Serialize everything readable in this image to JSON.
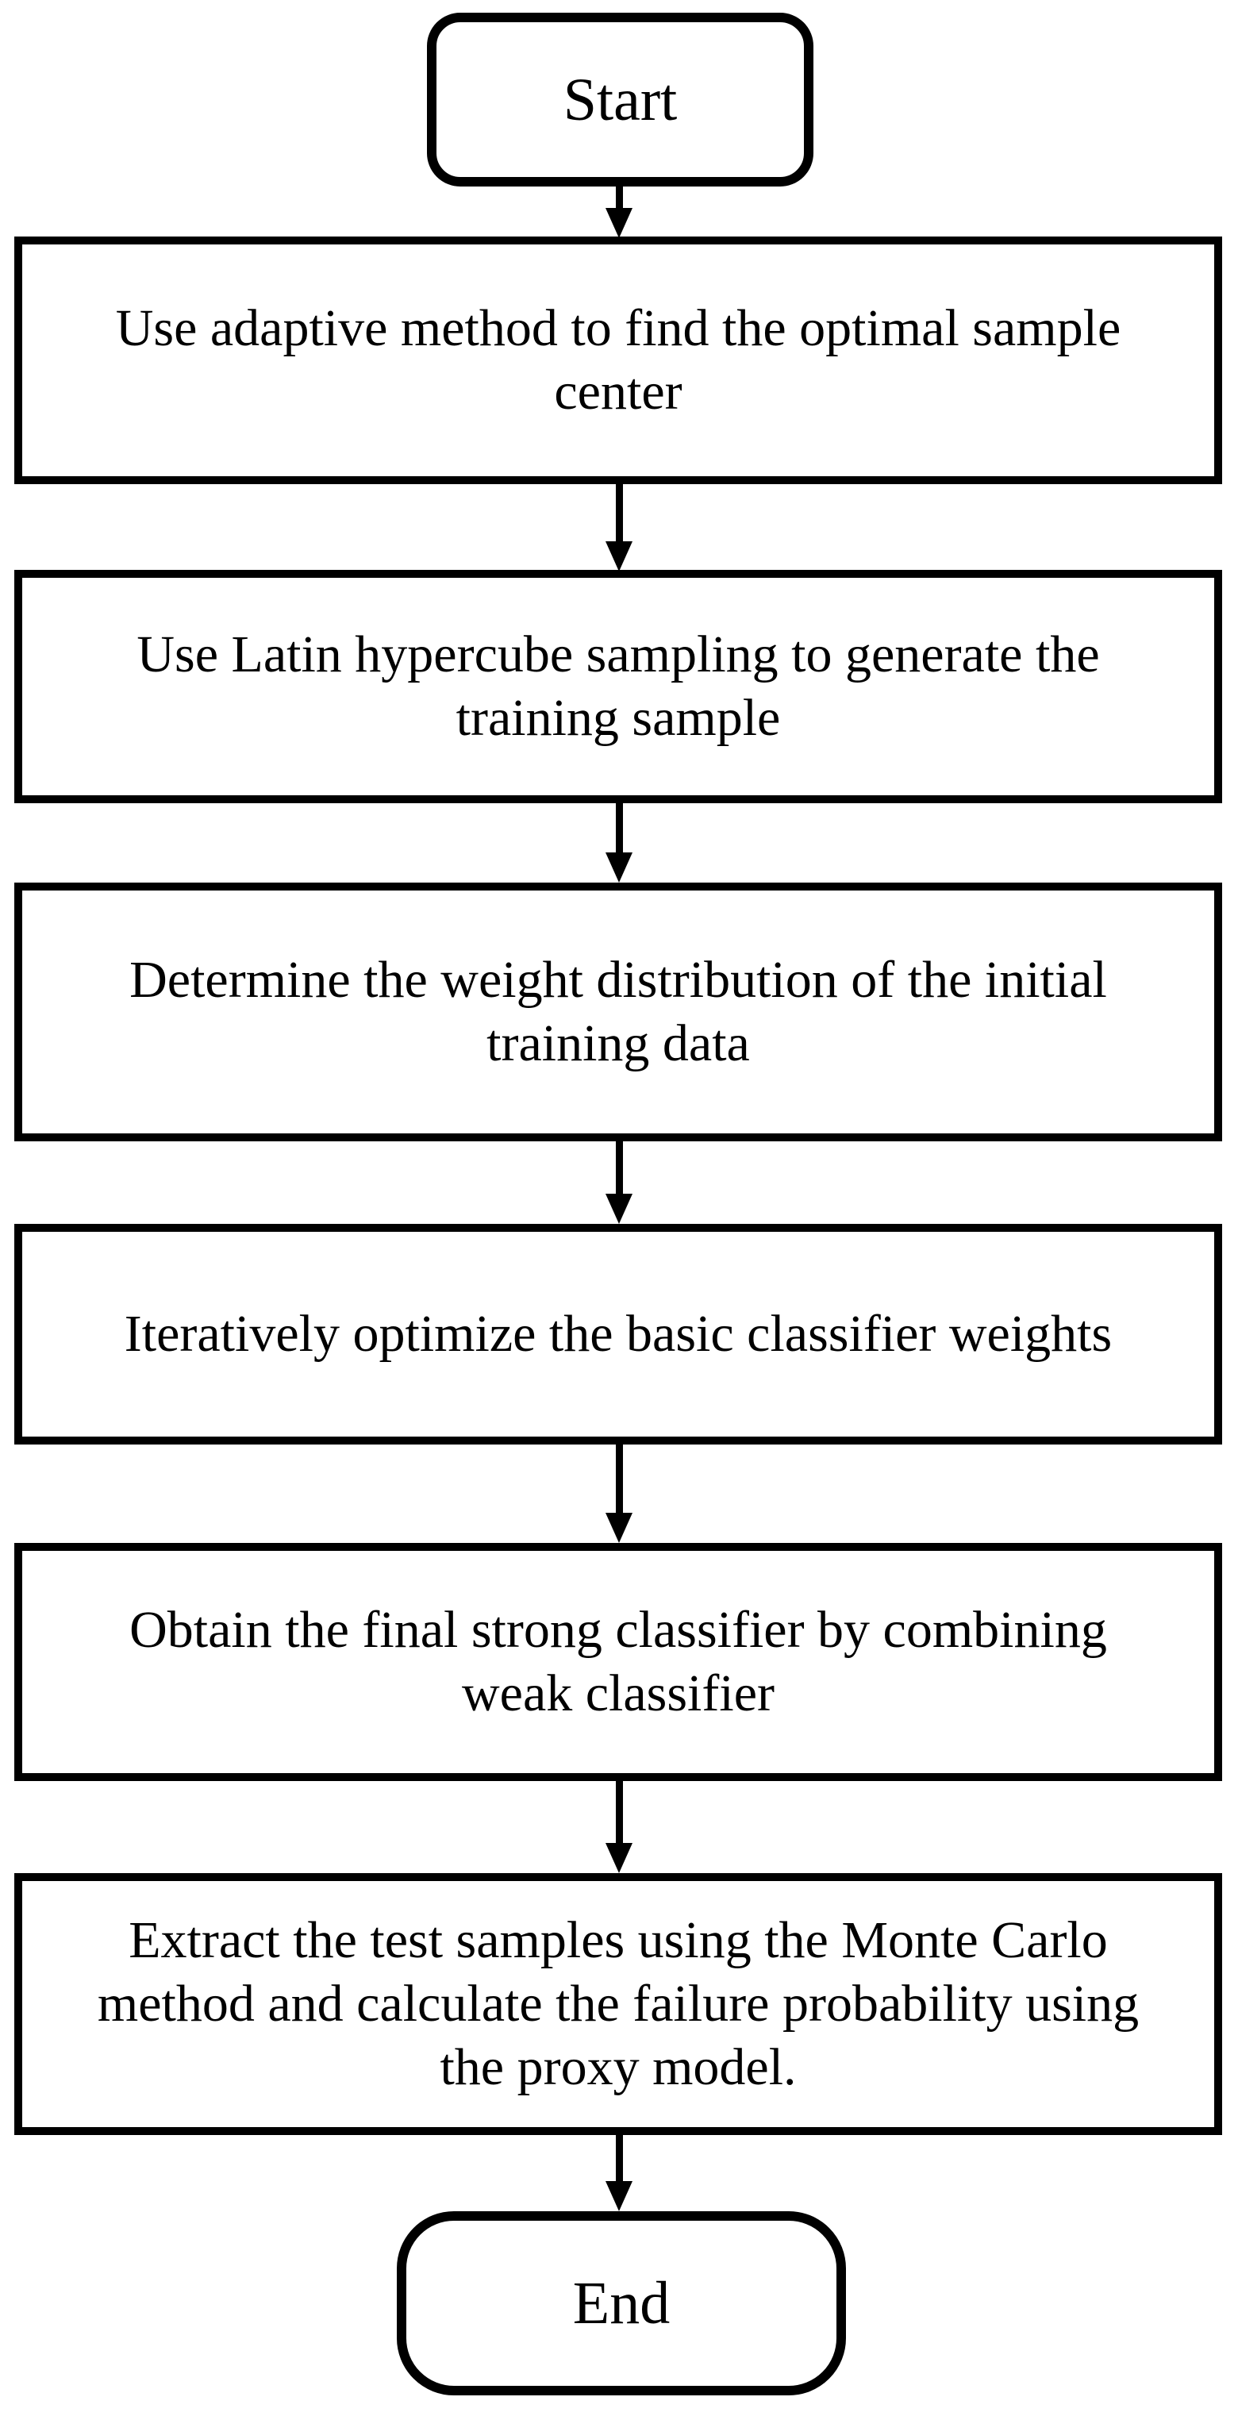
{
  "page": {
    "background_color": "#ffffff",
    "line_color": "#000000"
  },
  "flowchart": {
    "nodes": [
      {
        "id": "start",
        "type": "terminator",
        "label": "Start"
      },
      {
        "id": "step-1",
        "type": "process",
        "label": "Use adaptive method to find the optimal sample\ncenter"
      },
      {
        "id": "step-2",
        "type": "process",
        "label": "Use Latin hypercube sampling to generate the\ntraining sample"
      },
      {
        "id": "step-3",
        "type": "process",
        "label": "Determine the weight distribution of the initial\ntraining data"
      },
      {
        "id": "step-4",
        "type": "process",
        "label": "Iteratively optimize the basic classifier weights"
      },
      {
        "id": "step-5",
        "type": "process",
        "label": "Obtain the final strong classifier by combining\nweak classifier"
      },
      {
        "id": "step-6",
        "type": "process",
        "label": "Extract the test samples using the Monte Carlo\nmethod and calculate the failure probability using\nthe proxy model."
      },
      {
        "id": "end",
        "type": "terminator",
        "label": "End"
      }
    ],
    "edges": [
      {
        "from": "start",
        "to": "step-1"
      },
      {
        "from": "step-1",
        "to": "step-2"
      },
      {
        "from": "step-2",
        "to": "step-3"
      },
      {
        "from": "step-3",
        "to": "step-4"
      },
      {
        "from": "step-4",
        "to": "step-5"
      },
      {
        "from": "step-5",
        "to": "step-6"
      },
      {
        "from": "step-6",
        "to": "end"
      }
    ]
  }
}
